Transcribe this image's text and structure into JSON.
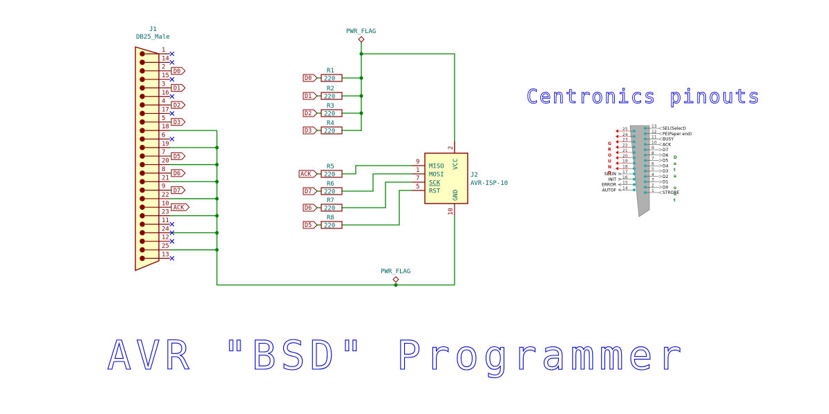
{
  "title": "AVR \"BSD\" Programmer",
  "subtitle": "Centronics pinouts",
  "colors": {
    "wire": "#008400",
    "symbol": "#840000",
    "fill": "#ffffc2",
    "label": "#006464",
    "title": "#0000c8",
    "nc": "#0000c8"
  },
  "connector": {
    "ref": "J1",
    "value": "DB25_Male",
    "pins": [
      {
        "num": "1",
        "net": ""
      },
      {
        "num": "14",
        "net": ""
      },
      {
        "num": "2",
        "net": "D0"
      },
      {
        "num": "15",
        "net": ""
      },
      {
        "num": "3",
        "net": "D1"
      },
      {
        "num": "16",
        "net": ""
      },
      {
        "num": "4",
        "net": "D2"
      },
      {
        "num": "17",
        "net": ""
      },
      {
        "num": "5",
        "net": "D3"
      },
      {
        "num": "18",
        "net": ""
      },
      {
        "num": "6",
        "net": ""
      },
      {
        "num": "19",
        "net": ""
      },
      {
        "num": "7",
        "net": "D5"
      },
      {
        "num": "20",
        "net": ""
      },
      {
        "num": "8",
        "net": "D6"
      },
      {
        "num": "21",
        "net": ""
      },
      {
        "num": "9",
        "net": "D7"
      },
      {
        "num": "22",
        "net": ""
      },
      {
        "num": "10",
        "net": "ACK"
      },
      {
        "num": "23",
        "net": ""
      },
      {
        "num": "11",
        "net": ""
      },
      {
        "num": "24",
        "net": ""
      },
      {
        "num": "12",
        "net": ""
      },
      {
        "num": "25",
        "net": ""
      },
      {
        "num": "13",
        "net": ""
      }
    ]
  },
  "pwr_flag_top": "PWR_FLAG",
  "pwr_flag_bottom": "PWR_FLAG",
  "resistors": [
    {
      "ref": "R1",
      "value": "220",
      "net": "D0"
    },
    {
      "ref": "R2",
      "value": "220",
      "net": "D1"
    },
    {
      "ref": "R3",
      "value": "220",
      "net": "D2"
    },
    {
      "ref": "R4",
      "value": "220",
      "net": "D3"
    },
    {
      "ref": "R5",
      "value": "220",
      "net": "ACK"
    },
    {
      "ref": "R6",
      "value": "220",
      "net": "D7"
    },
    {
      "ref": "R7",
      "value": "220",
      "net": "D6"
    },
    {
      "ref": "R8",
      "value": "220",
      "net": "D5"
    }
  ],
  "isp": {
    "ref": "J2",
    "value": "AVR-ISP-10",
    "pins": [
      {
        "num": "9",
        "name": "MISO"
      },
      {
        "num": "1",
        "name": "MOSI"
      },
      {
        "num": "7",
        "name": "SCK"
      },
      {
        "num": "5",
        "name": "RST"
      }
    ],
    "vcc_num": "2",
    "vcc_name": "VCC",
    "gnd_num": "10",
    "gnd_name": "GND"
  },
  "centronics": {
    "left_pins": [
      "25",
      "24",
      "23",
      "22",
      "21",
      "20",
      "19",
      "18",
      "17",
      "16",
      "15",
      "14"
    ],
    "right_pins": [
      "13",
      "12",
      "11",
      "10",
      "9",
      "8",
      "7",
      "6",
      "5",
      "4",
      "3",
      "2",
      "1"
    ],
    "right_labels": [
      "SEL(Select)",
      "PE(Paper end)",
      "BUSY",
      "ACK",
      "D7",
      "D6",
      "D5",
      "D4",
      "D3",
      "D2",
      "D1",
      "D0",
      "STROBE"
    ],
    "left_labels": {
      "17": "SELIN",
      "16": "INIT",
      "15": "ERROR",
      "14": "AUTOF"
    },
    "ground_word": [
      "G",
      "R",
      "O",
      "U",
      "N",
      "D"
    ],
    "data_word": [
      "D",
      "a",
      "t",
      "a"
    ],
    "out_word": [
      "o",
      "u",
      "t"
    ]
  }
}
